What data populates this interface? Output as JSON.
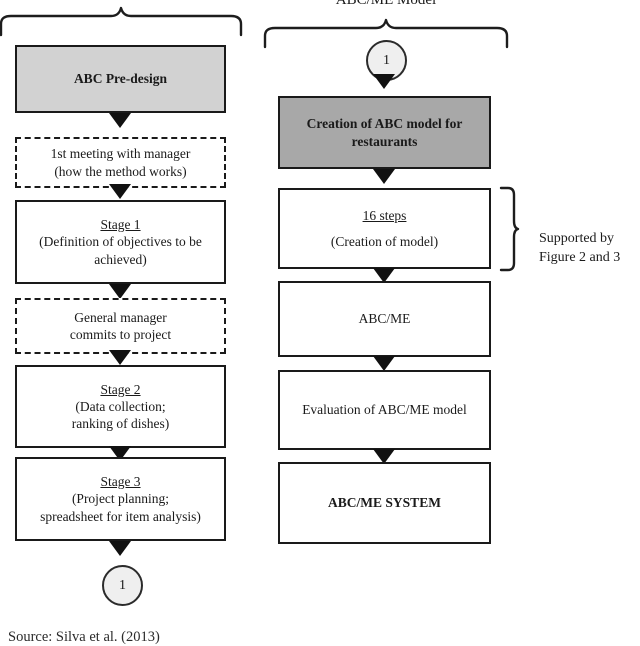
{
  "figure": {
    "type": "flowchart",
    "title_right": "ABC/ME Model",
    "caption": "Source: Silva et al. (2013)"
  },
  "left_column": {
    "brace_label": "",
    "nodes": [
      {
        "id": "abc-pre-design",
        "style": "solid-filled-light",
        "bold": true,
        "title": "ABC Pre-design",
        "lines": []
      },
      {
        "id": "first-meeting",
        "style": "dashed",
        "bold": false,
        "title": "",
        "lines": [
          "1st meeting with manager",
          "(how the method works)"
        ]
      },
      {
        "id": "stage-1",
        "style": "solid",
        "bold": false,
        "title": "Stage 1",
        "lines": [
          "(Definition of objectives to be",
          "achieved)"
        ]
      },
      {
        "id": "general-manager-commits",
        "style": "dashed",
        "bold": false,
        "title": "",
        "lines": [
          "General manager",
          "commits to project"
        ]
      },
      {
        "id": "stage-2",
        "style": "solid",
        "bold": false,
        "title": "Stage 2",
        "lines": [
          "(Data collection;",
          "ranking of dishes)"
        ]
      },
      {
        "id": "stage-3",
        "style": "solid",
        "bold": false,
        "title": "Stage 3",
        "lines": [
          "(Project planning;",
          "spreadsheet for item analysis)"
        ]
      }
    ],
    "connector_bottom": "1"
  },
  "right_column": {
    "connector_top": "1",
    "nodes": [
      {
        "id": "creation-abc-model",
        "style": "solid-filled-mid",
        "bold": true,
        "title": "",
        "lines": [
          "Creation of ABC model for",
          "restaurants"
        ]
      },
      {
        "id": "sixteen-steps",
        "style": "solid",
        "bold": false,
        "title": "16 steps",
        "lines": [
          "(Creation of model)"
        ]
      },
      {
        "id": "abc-me",
        "style": "solid",
        "bold": false,
        "title": "",
        "lines": [
          "ABC/ME"
        ]
      },
      {
        "id": "evaluation-abc-me-model",
        "style": "solid",
        "bold": false,
        "title": "",
        "lines": [
          "Evaluation of ABC/ME model"
        ]
      },
      {
        "id": "abc-me-system",
        "style": "solid",
        "bold": true,
        "title": "",
        "lines": [
          "ABC/ME SYSTEM"
        ]
      }
    ],
    "annotation": {
      "line1": "Supported by",
      "line2": "Figure 2 and 3"
    }
  },
  "colors": {
    "stroke": "#1a1a1a",
    "fill_light": "#d2d2d2",
    "fill_mid": "#a8a8a8",
    "circle_fill": "#efefef",
    "arrow": "#111111",
    "background": "#ffffff"
  }
}
